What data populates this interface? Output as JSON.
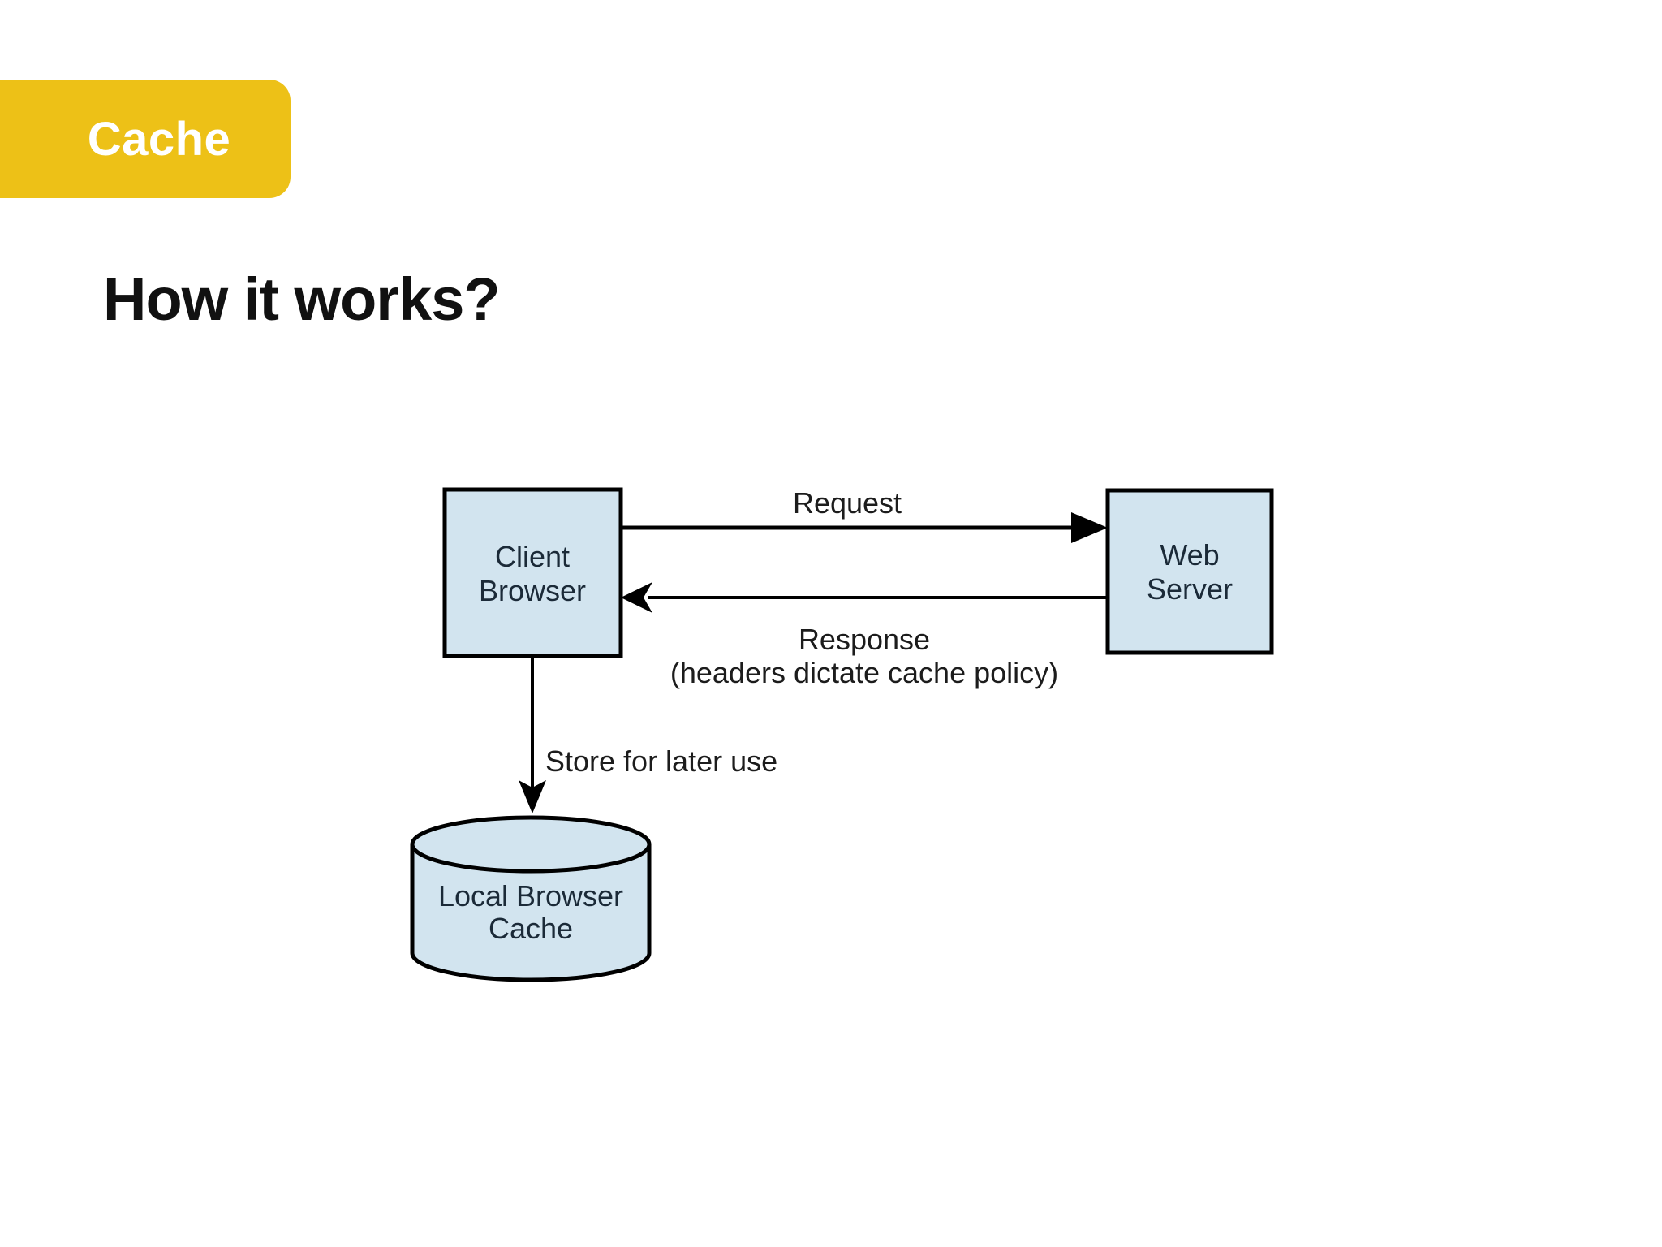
{
  "badge": {
    "label": "Cache",
    "background_color": "#edc117",
    "text_color": "#ffffff"
  },
  "heading": {
    "title": "How it works?"
  },
  "diagram": {
    "nodes": {
      "client": {
        "line1": "Client",
        "line2": "Browser"
      },
      "server": {
        "line1": "Web",
        "line2": "Server"
      },
      "cache": {
        "line1": "Local Browser",
        "line2": "Cache"
      }
    },
    "edges": {
      "request": {
        "label": "Request"
      },
      "response": {
        "label": "Response",
        "sublabel": "(headers dictate cache policy)"
      },
      "store": {
        "label": "Store for later use"
      }
    },
    "colors": {
      "node_fill": "#d2e4ef",
      "node_stroke": "#000000",
      "edge_color": "#000000",
      "label_color": "#1c1c1c"
    }
  }
}
